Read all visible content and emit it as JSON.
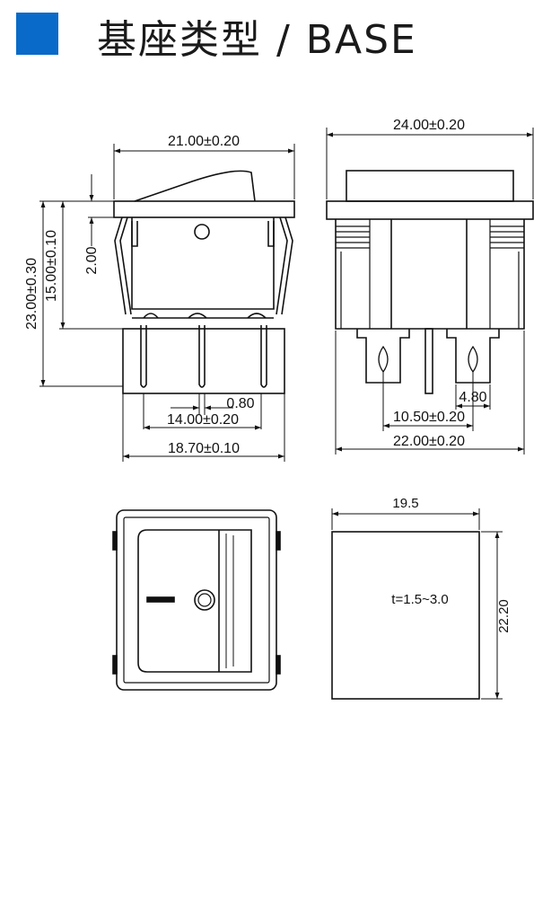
{
  "header": {
    "title": "基座类型 / BASE",
    "accent_color": "#0a6ac9"
  },
  "side_view": {
    "top_width": "21.00±0.20",
    "height_total": "23.00±0.30",
    "height_body": "15.00±0.10",
    "rocker_offset": "2.00",
    "pin_width": "0.80",
    "pin_span": "14.00±0.20",
    "base_width": "18.70±0.10"
  },
  "front_view": {
    "top_width": "24.00±0.20",
    "terminal_width": "4.80",
    "terminal_span": "10.50±0.20",
    "base_width": "22.00±0.20"
  },
  "top_view": {},
  "panel_cutout": {
    "width": "19.5",
    "height": "22.20",
    "thickness": "t=1.5~3.0"
  }
}
